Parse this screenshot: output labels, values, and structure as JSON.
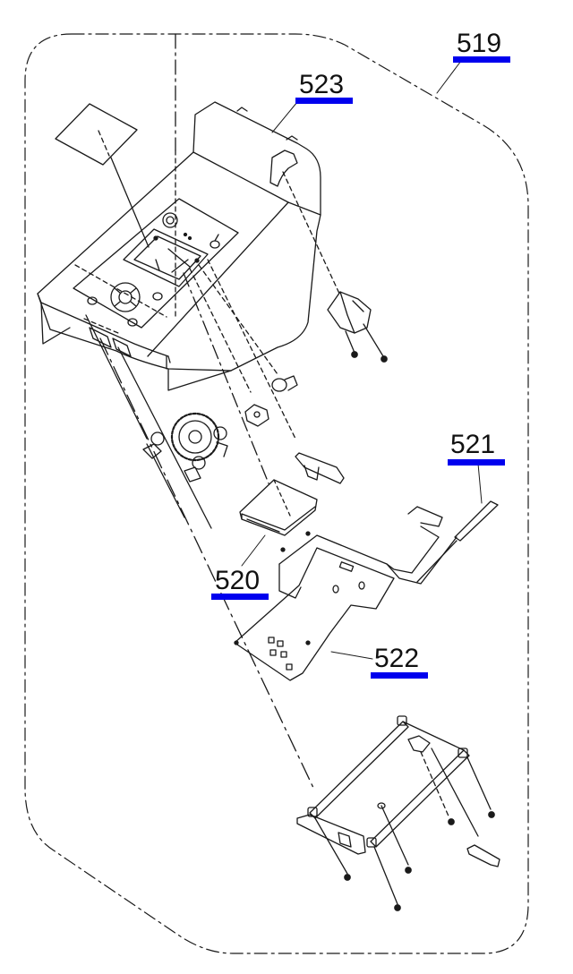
{
  "diagram": {
    "type": "exploded parts view",
    "callouts": [
      {
        "id": "519",
        "text": "519"
      },
      {
        "id": "523",
        "text": "523"
      },
      {
        "id": "521",
        "text": "521"
      },
      {
        "id": "520",
        "text": "520"
      },
      {
        "id": "522",
        "text": "522"
      }
    ],
    "colors": {
      "line": "#1a1a1a",
      "callout_underline": "#0000ee",
      "background": "#ffffff"
    }
  }
}
